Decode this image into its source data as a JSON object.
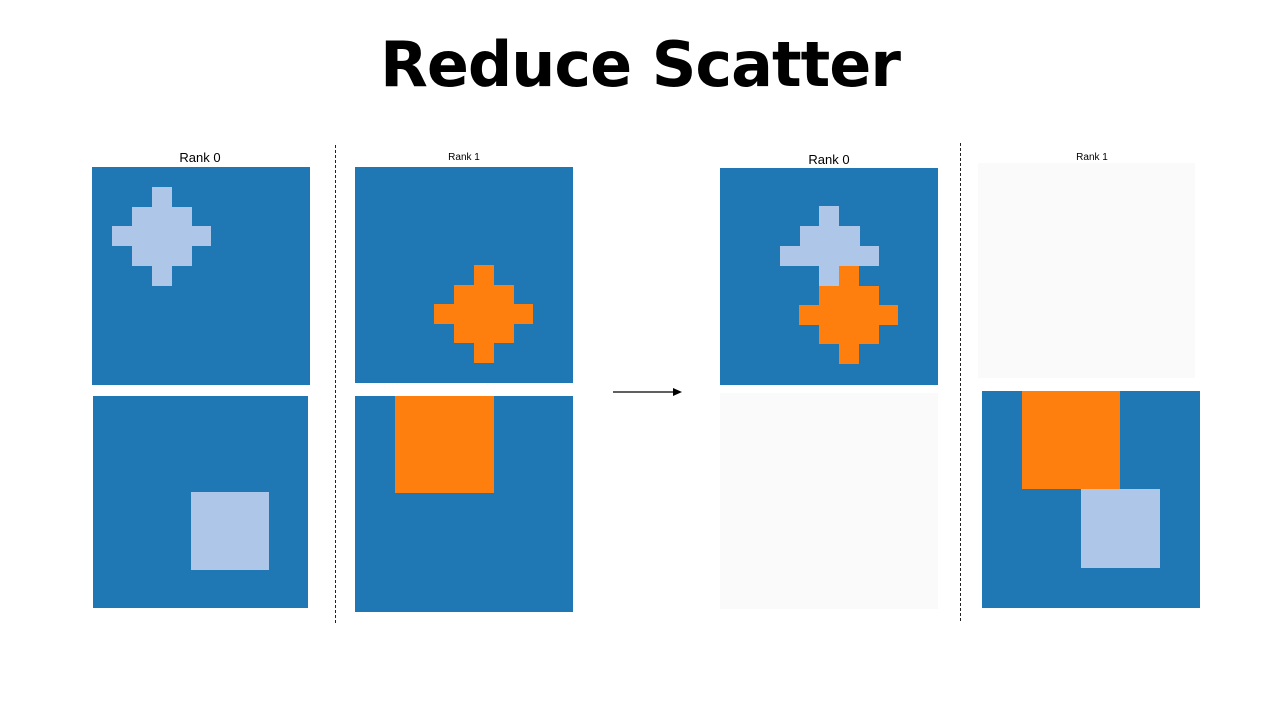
{
  "title": "Reduce Scatter",
  "labels": {
    "before_rank0": "Rank 0",
    "before_rank1": "Rank 1",
    "after_rank0": "Rank 0",
    "after_rank1": "Rank 1"
  },
  "colors": {
    "panel_blue": "#1f77b4",
    "light_blue": "#aec7e8",
    "orange": "#ff7f0e",
    "empty": "#fafafa"
  },
  "panels": {
    "before_rank0_top": "blue panel with light-blue cross",
    "before_rank0_bottom": "blue panel with light-blue square",
    "before_rank1_top": "blue panel with orange cross",
    "before_rank1_bottom": "blue panel with orange square",
    "after_rank0_top": "blue panel with light-blue cross and orange cross",
    "after_rank0_bottom": "empty",
    "after_rank1_top": "empty",
    "after_rank1_bottom": "blue panel with orange square and light-blue square"
  }
}
